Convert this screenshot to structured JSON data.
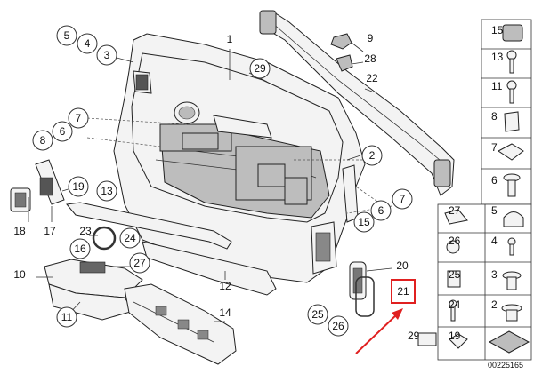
{
  "diagram": {
    "callouts": [
      {
        "id": "c1",
        "text": "1"
      },
      {
        "id": "c2",
        "text": "2"
      },
      {
        "id": "c3",
        "text": "3"
      },
      {
        "id": "c4",
        "text": "4"
      },
      {
        "id": "c5",
        "text": "5"
      },
      {
        "id": "c6a",
        "text": "6"
      },
      {
        "id": "c6b",
        "text": "6"
      },
      {
        "id": "c7a",
        "text": "7"
      },
      {
        "id": "c7b",
        "text": "7"
      },
      {
        "id": "c8",
        "text": "8"
      },
      {
        "id": "c9",
        "text": "9"
      },
      {
        "id": "c10",
        "text": "10"
      },
      {
        "id": "c11",
        "text": "11"
      },
      {
        "id": "c12",
        "text": "12"
      },
      {
        "id": "c13",
        "text": "13"
      },
      {
        "id": "c14",
        "text": "14"
      },
      {
        "id": "c15",
        "text": "15"
      },
      {
        "id": "c16",
        "text": "16"
      },
      {
        "id": "c17",
        "text": "17"
      },
      {
        "id": "c18",
        "text": "18"
      },
      {
        "id": "c19",
        "text": "19"
      },
      {
        "id": "c20",
        "text": "20"
      },
      {
        "id": "c21",
        "text": "21"
      },
      {
        "id": "c22",
        "text": "22"
      },
      {
        "id": "c23",
        "text": "23"
      },
      {
        "id": "c24",
        "text": "24"
      },
      {
        "id": "c25",
        "text": "25"
      },
      {
        "id": "c26",
        "text": "26"
      },
      {
        "id": "c27",
        "text": "27"
      },
      {
        "id": "c28",
        "text": "28"
      },
      {
        "id": "c29",
        "text": "29"
      }
    ],
    "side_panel": [
      {
        "id": "s15",
        "text": "15"
      },
      {
        "id": "s13",
        "text": "13"
      },
      {
        "id": "s11",
        "text": "11"
      },
      {
        "id": "s8",
        "text": "8"
      },
      {
        "id": "s7",
        "text": "7"
      },
      {
        "id": "s6",
        "text": "6"
      },
      {
        "id": "s27",
        "text": "27"
      },
      {
        "id": "s5",
        "text": "5"
      },
      {
        "id": "s26",
        "text": "26"
      },
      {
        "id": "s4",
        "text": "4"
      },
      {
        "id": "s25",
        "text": "25"
      },
      {
        "id": "s3",
        "text": "3"
      },
      {
        "id": "s24",
        "text": "24"
      },
      {
        "id": "s2",
        "text": "2"
      },
      {
        "id": "s29",
        "text": "29"
      },
      {
        "id": "s19",
        "text": "19"
      }
    ],
    "diagram_number": "00225165",
    "highlight_color": "#e02020"
  }
}
